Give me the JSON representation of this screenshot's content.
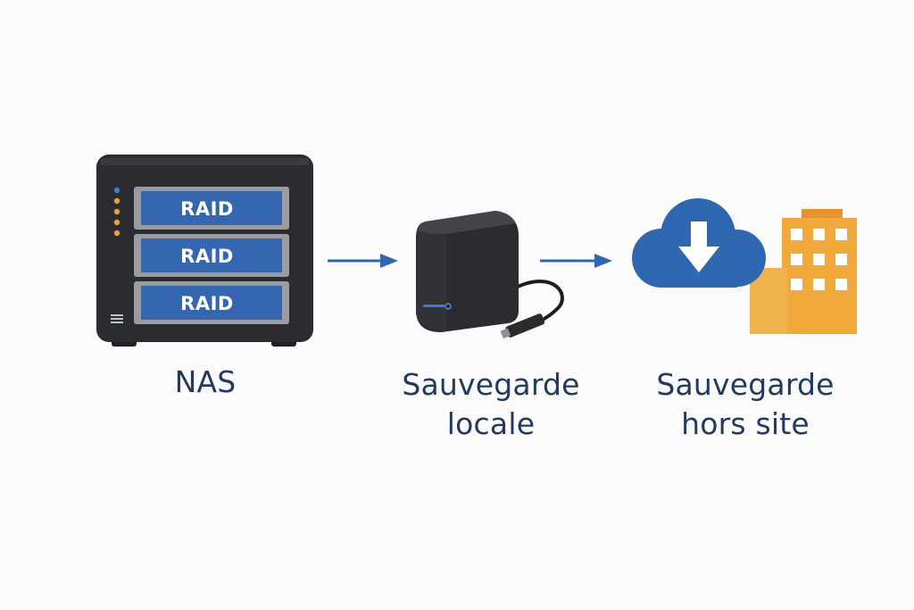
{
  "nas": {
    "label": "NAS",
    "raid_bays": [
      "RAID",
      "RAID",
      "RAID"
    ]
  },
  "local_backup": {
    "label_lines": [
      "Sauvegarde",
      "locale"
    ]
  },
  "offsite_backup": {
    "label_lines": [
      "Sauvegarde",
      "hors site"
    ]
  },
  "colors": {
    "raid_blue": "#3566b0",
    "arrow_blue": "#2e67b2",
    "cloud_blue": "#3067b1",
    "building_orange": "#f2a93b",
    "label_navy": "#233a5e",
    "device_black": "#2a2b2d"
  },
  "icons": [
    "nas-icon",
    "external-drive-icon",
    "cloud-download-icon",
    "building-icon"
  ]
}
